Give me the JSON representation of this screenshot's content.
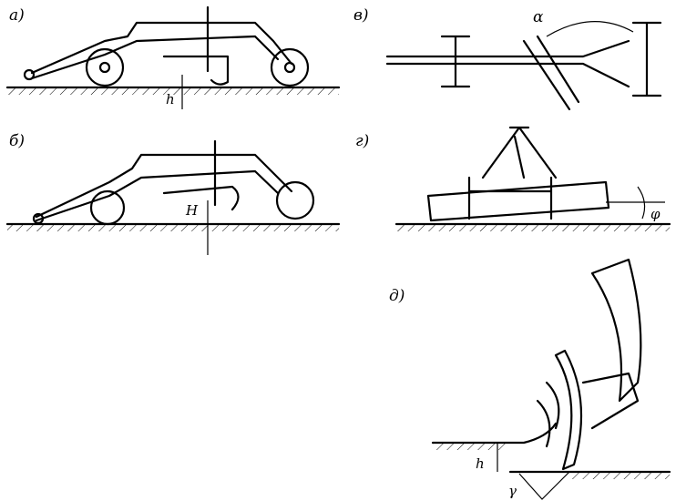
{
  "panels": [
    {
      "id": "a",
      "label": "а)",
      "dimension": "h"
    },
    {
      "id": "b",
      "label": "б)",
      "dimension": "H"
    },
    {
      "id": "v",
      "label": "в)",
      "dimension": "α"
    },
    {
      "id": "g",
      "label": "г)",
      "dimension": "φ"
    },
    {
      "id": "d",
      "label": "д)",
      "dimensions": [
        "h",
        "γ"
      ]
    }
  ]
}
